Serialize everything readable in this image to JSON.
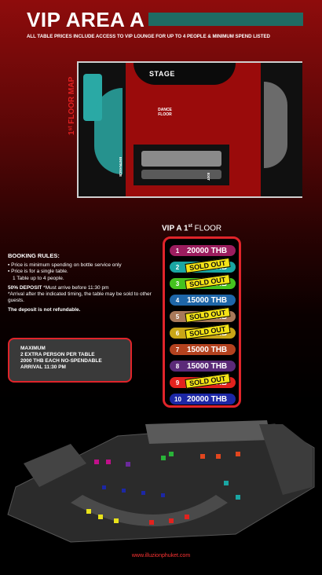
{
  "header": {
    "title": "VIP AREA A",
    "subtitle": "ALL TABLE PRICES INCLUDE ACCESS TO VIP LOUNGE FOR UP TO 4 PEOPLE & MINIMUM SPEND LISTED"
  },
  "floor_map": {
    "side_label": "1ˢᵗ FLOOR MAP",
    "stage_label": "STAGE",
    "dance_floor_line1": "DANCE",
    "dance_floor_line2": "FLOOR",
    "entrance_label": "ENTRANCE",
    "exit_label": "EXIT"
  },
  "vip_list": {
    "heading_bold": "VIP A 1",
    "heading_sup": "st",
    "heading_light": " FLOOR",
    "sold_out_label": "SOLD OUT",
    "tables": [
      {
        "num": "1",
        "price": "20000 THB",
        "color": "#9b1d5e",
        "sold_out": false
      },
      {
        "num": "2",
        "price": "15000 THB",
        "color": "#1aa6a3",
        "sold_out": true
      },
      {
        "num": "3",
        "price": "15000 THB",
        "color": "#45c21f",
        "sold_out": true
      },
      {
        "num": "4",
        "price": "15000 THB",
        "color": "#1e66a8",
        "sold_out": false
      },
      {
        "num": "5",
        "price": "15000 THB",
        "color": "#a8795a",
        "sold_out": true
      },
      {
        "num": "6",
        "price": "15000 THB",
        "color": "#c9a617",
        "sold_out": true
      },
      {
        "num": "7",
        "price": "15000 THB",
        "color": "#b3421f",
        "sold_out": false
      },
      {
        "num": "8",
        "price": "15000 THB",
        "color": "#5b2a78",
        "sold_out": false
      },
      {
        "num": "9",
        "price": "15000 THB",
        "color": "#e2221e",
        "sold_out": true
      },
      {
        "num": "10",
        "price": "20000 THB",
        "color": "#1c27a5",
        "sold_out": false
      }
    ]
  },
  "rules": {
    "heading": "BOOKING RULES:",
    "line1": "Price is minimum spending on bottle service only",
    "line2": "Price is  for a single table.",
    "line3": "1 Table up to 4 people.",
    "deposit_bold": "50% DEPOSIT",
    "deposit_text": " *Must arrive before 11:30 pm",
    "arrival": "*Arrival after the indicated timing, the table may be sold to other guests.",
    "refund": "The deposit is not refundable."
  },
  "max_box": {
    "line1": "MAXIMUM",
    "line2": "2 EXTRA PERSON PER TABLE",
    "line3": "2000 THB EACH NO-SPENDABLE",
    "line4": "ARRIVAL 11:30 PM"
  },
  "footer": {
    "website": "www.illuzionphuket.com"
  }
}
